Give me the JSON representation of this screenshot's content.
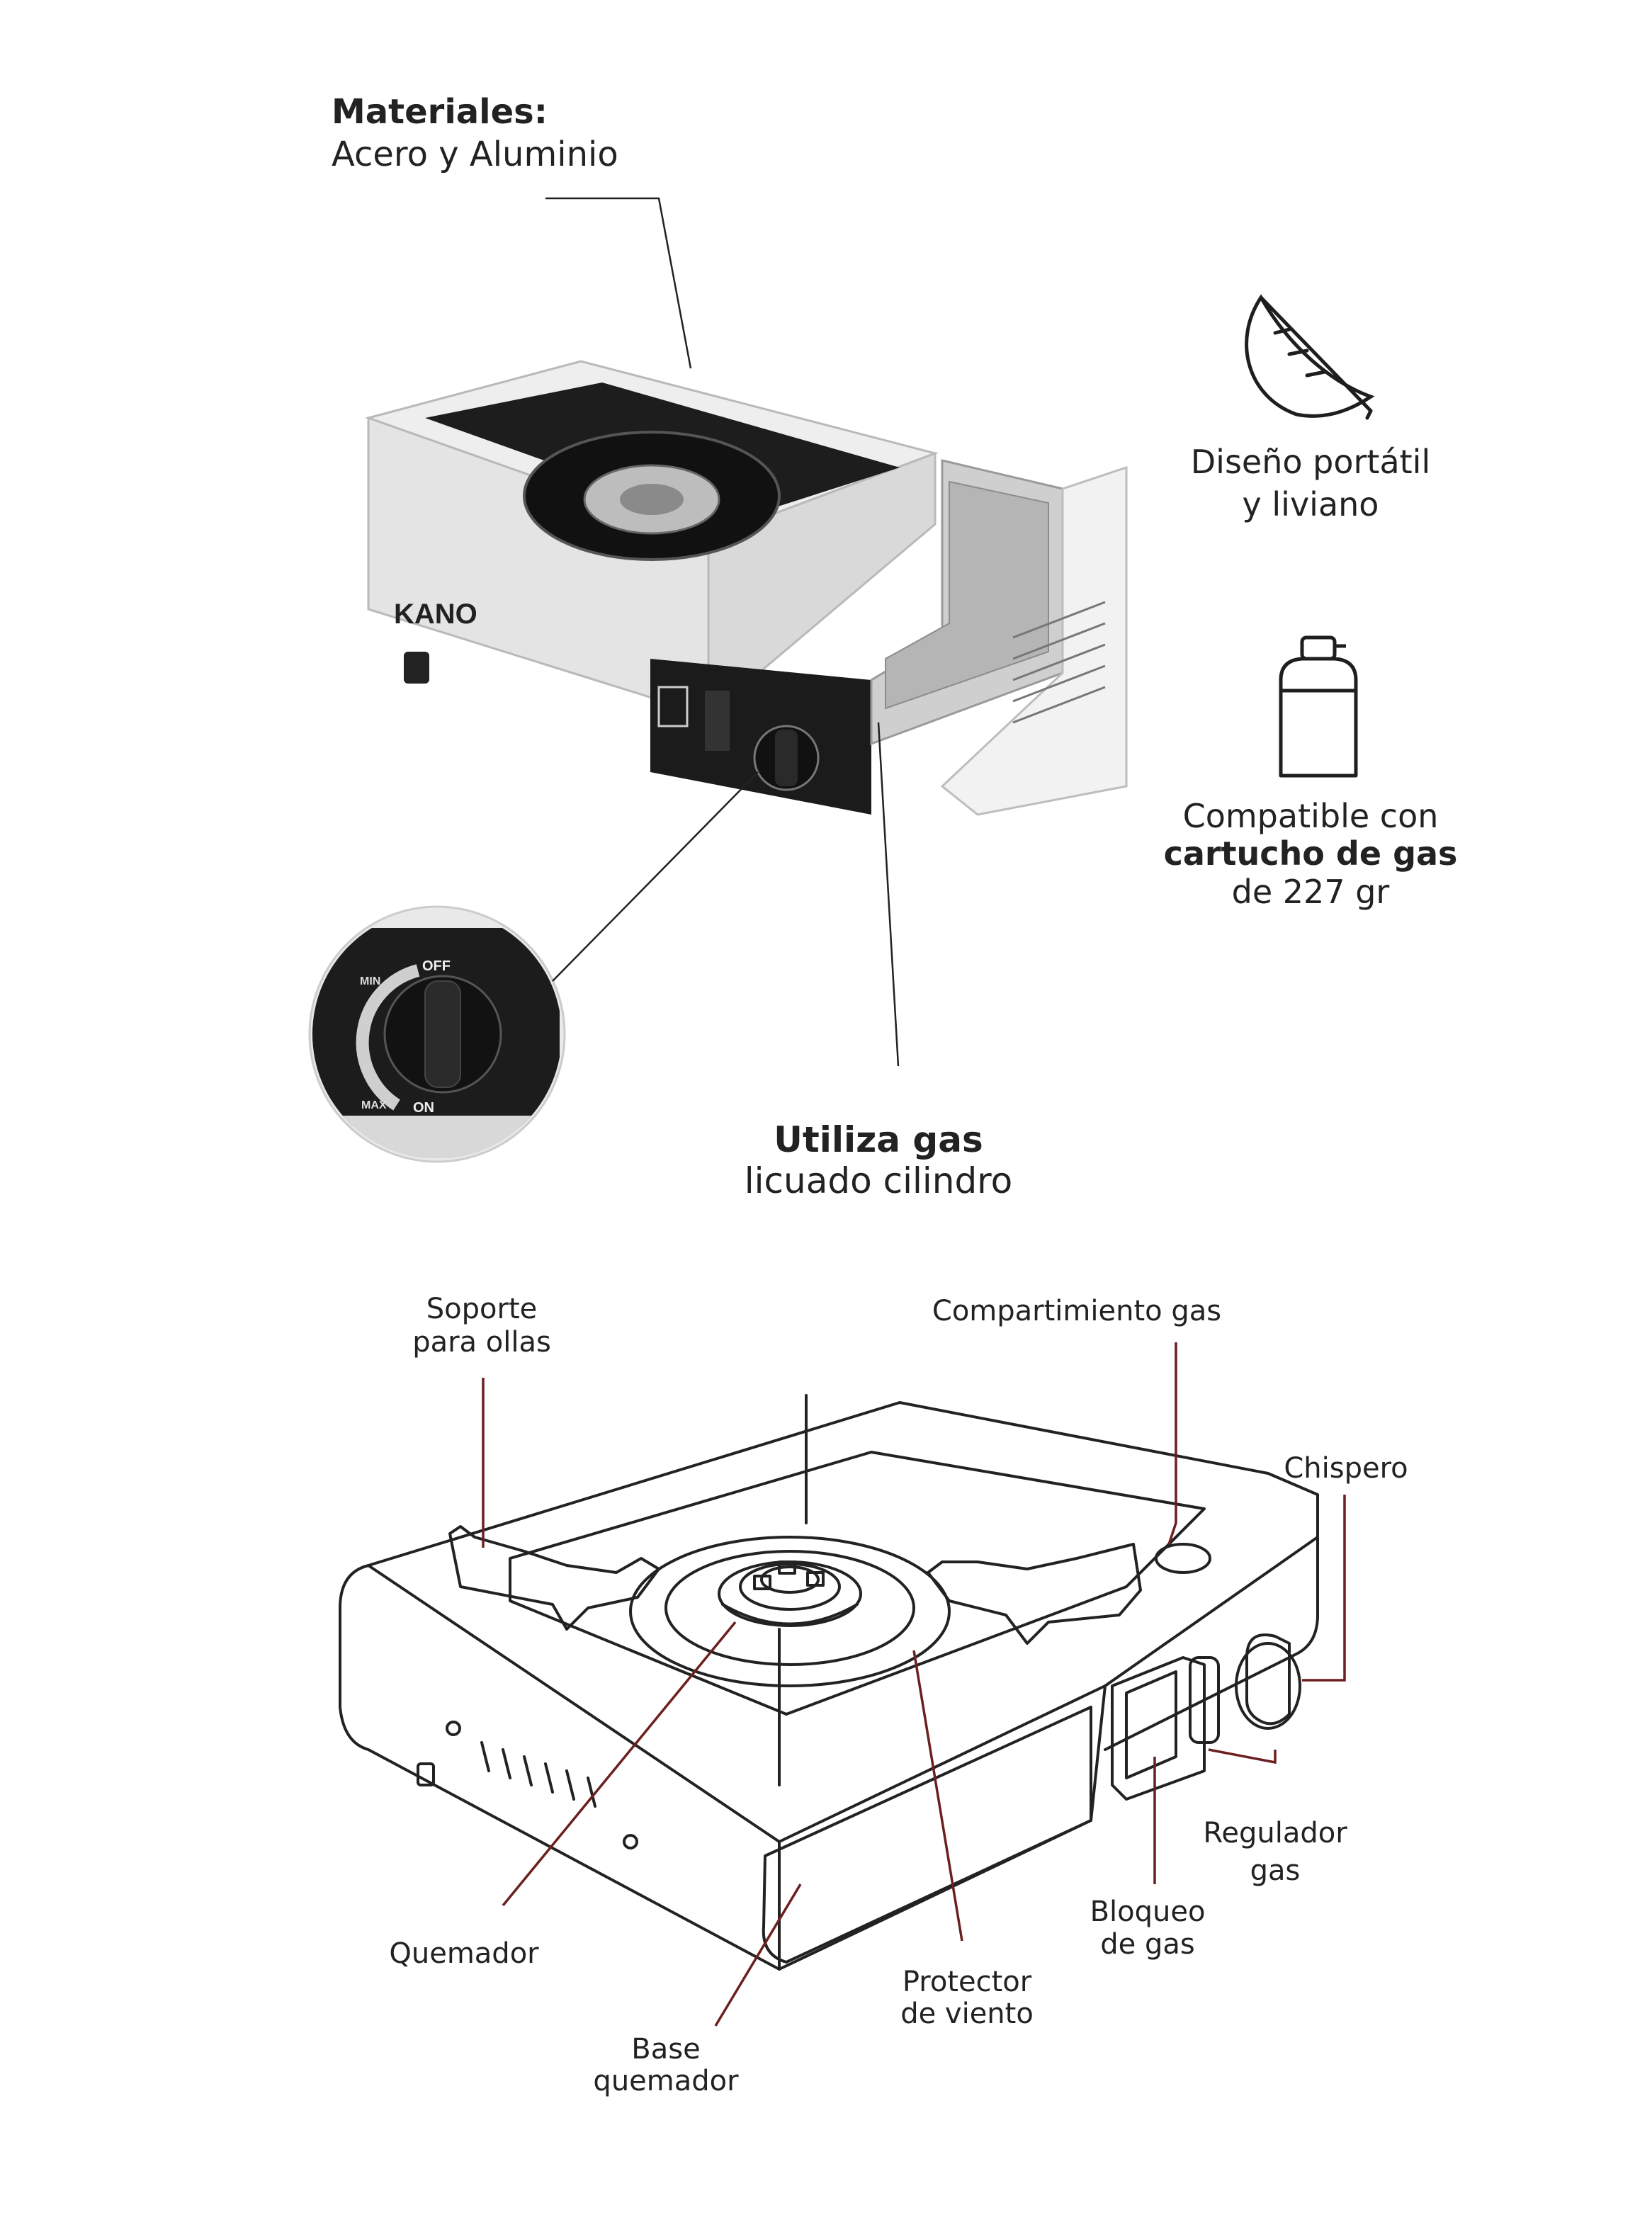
{
  "top_section": {
    "materials": {
      "title": "Materiales:",
      "value": "Acero y Aluminio"
    },
    "portable": {
      "line1": "Diseño portátil",
      "line2": "y liviano",
      "icon": "feather-icon"
    },
    "cartridge": {
      "line1": "Compatible con",
      "line2": "cartucho de gas",
      "line3": "de 227 gr",
      "icon": "gas-can-icon"
    },
    "gas": {
      "title": "Utiliza gas",
      "value": "licuado cilindro"
    },
    "product": {
      "brand": "KANO",
      "knob_labels": {
        "off": "OFF",
        "min": "MIN",
        "max": "MAX",
        "on": "ON"
      }
    }
  },
  "diagram": {
    "colors": {
      "leader": "#6b1f1f",
      "outline": "#222222"
    },
    "labels": {
      "soporte_1": "Soporte",
      "soporte_2": "para ollas",
      "compartimiento": "Compartimiento gas",
      "chispero": "Chispero",
      "regulador_1": "Regulador",
      "regulador_2": "gas",
      "bloqueo_1": "Bloqueo",
      "bloqueo_2": "de gas",
      "quemador": "Quemador",
      "protector_1": "Protector",
      "protector_2": "de viento",
      "base_1": "Base",
      "base_2": "quemador"
    }
  }
}
